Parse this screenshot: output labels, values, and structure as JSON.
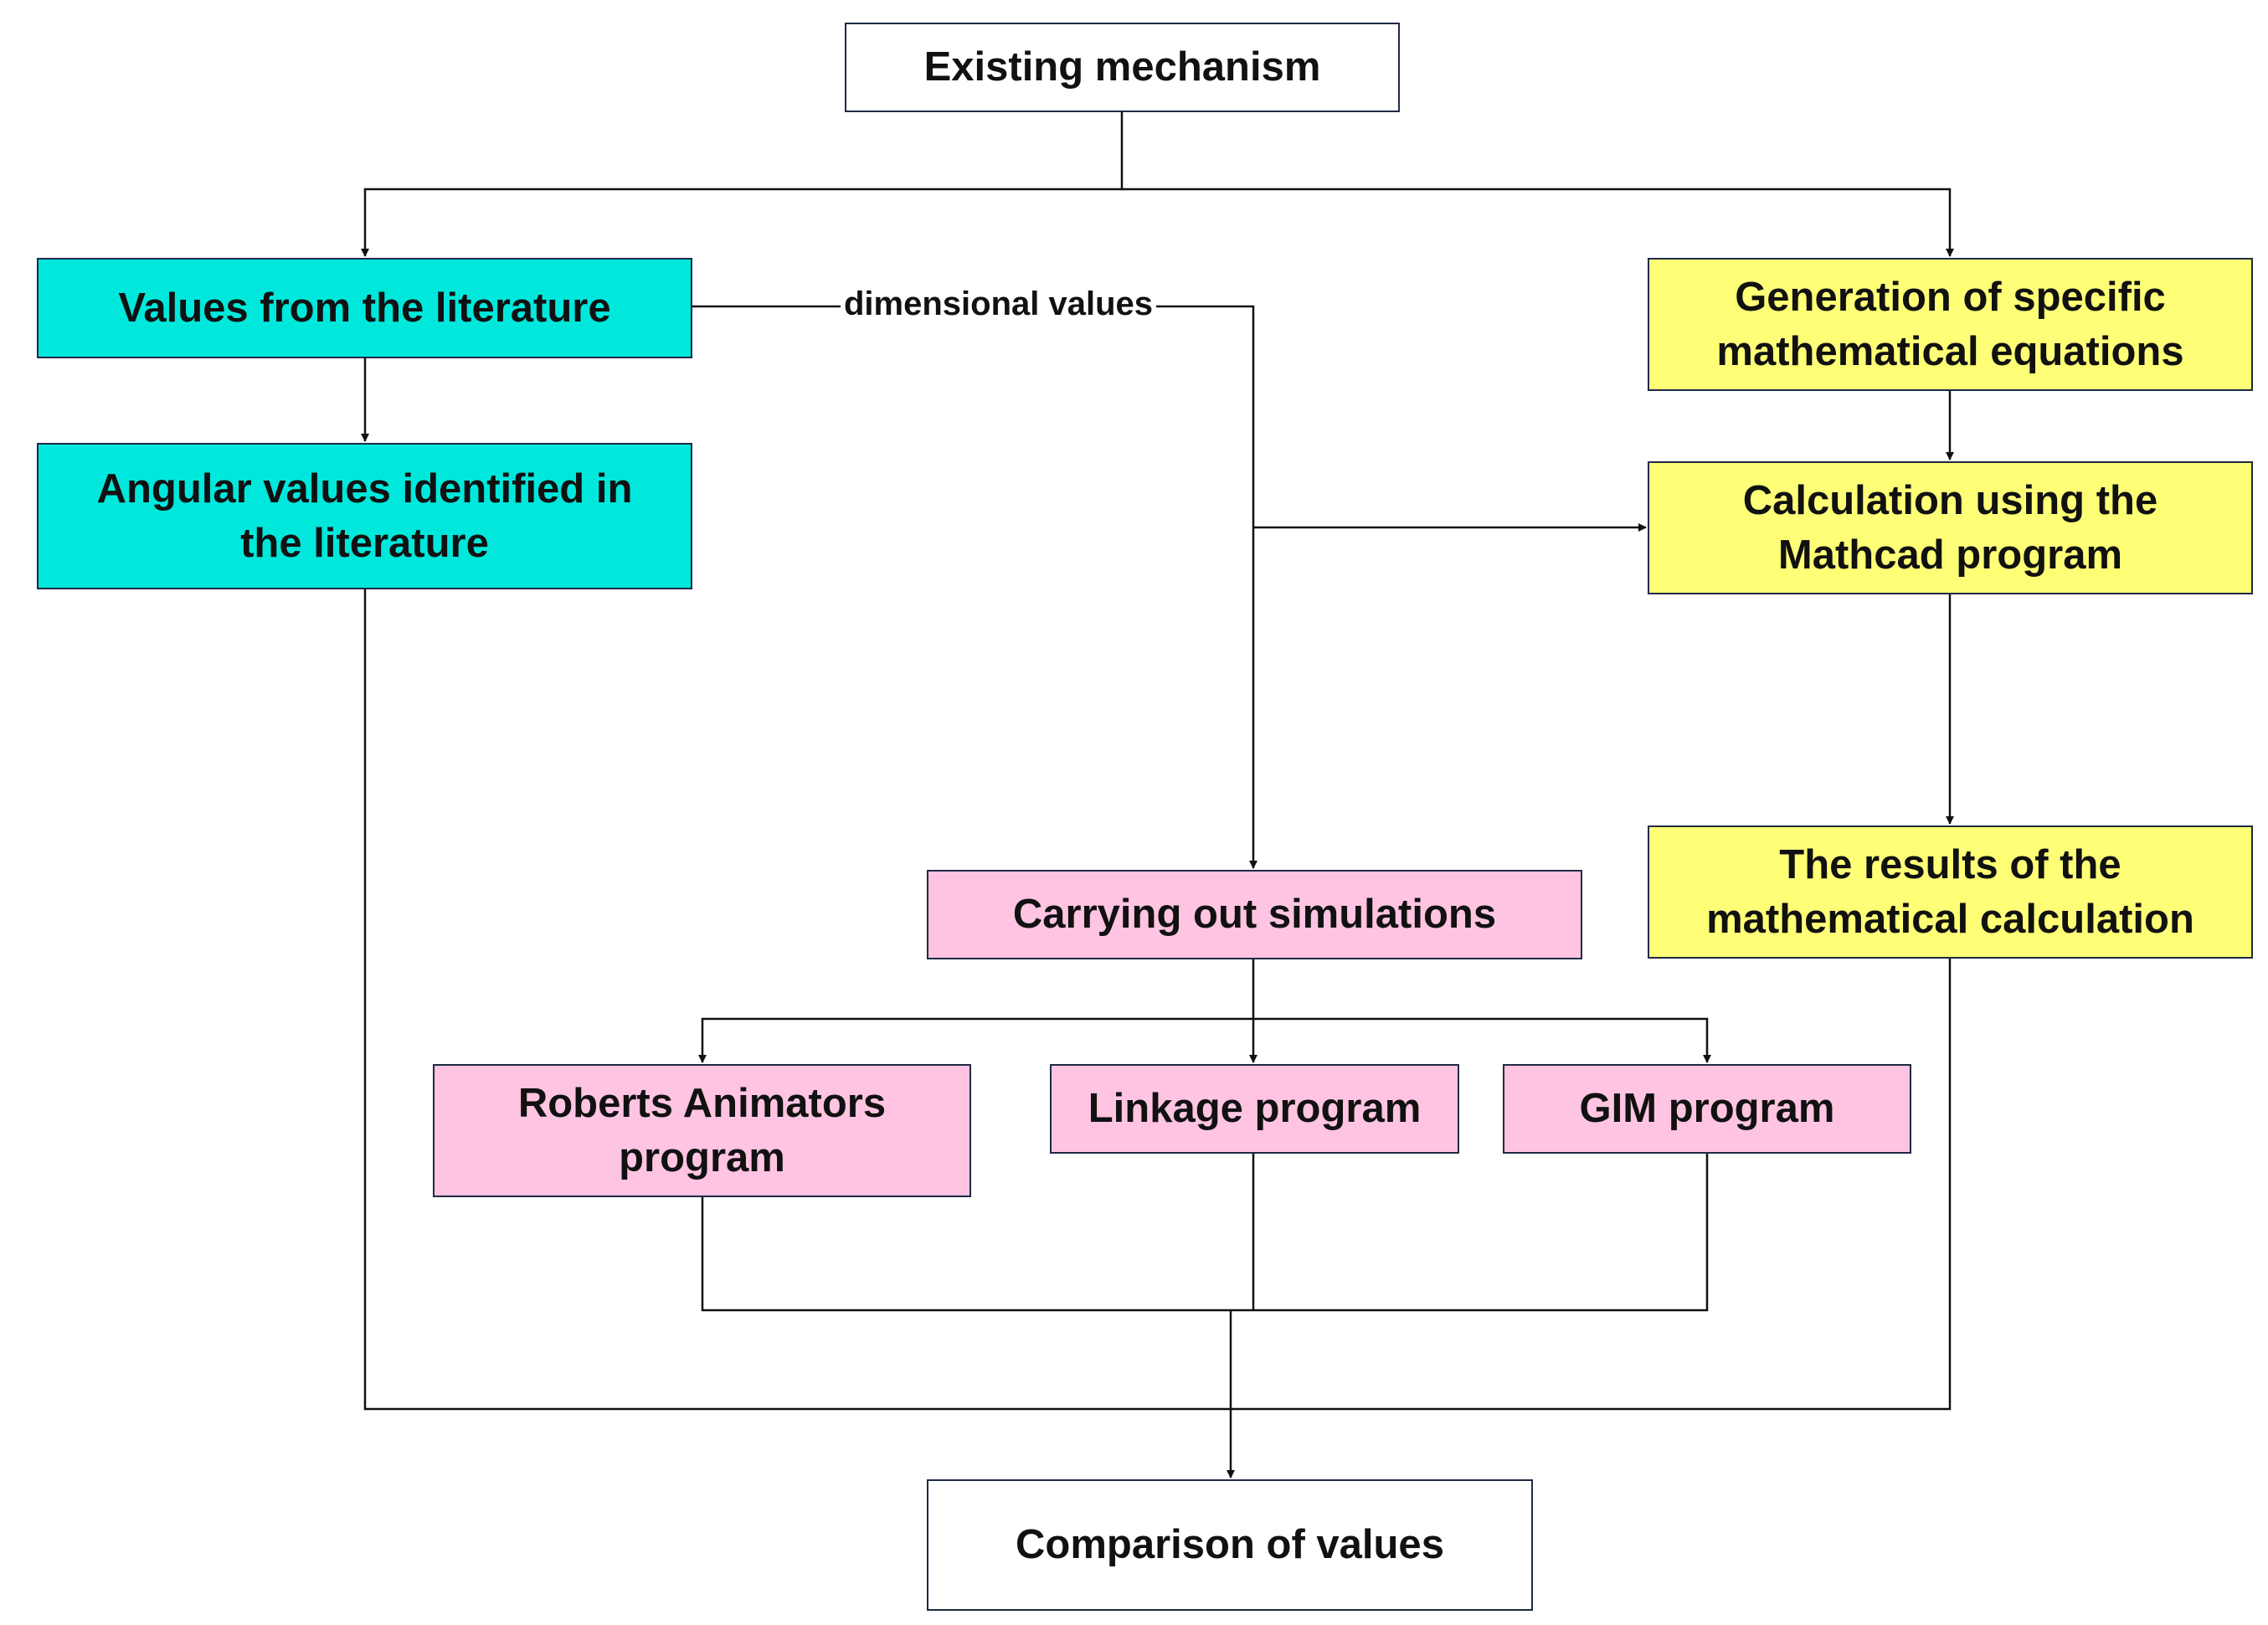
{
  "colors": {
    "cyan": "#00e8dc",
    "yellow": "#ffff77",
    "pink": "#ffc4e2",
    "white": "#ffffff",
    "border": "#1f2a44",
    "line": "#111111"
  },
  "nodes": {
    "existing": {
      "text": "Existing mechanism",
      "color": "white"
    },
    "values_literature": {
      "text": "Values from the literature",
      "color": "cyan"
    },
    "angular_values": {
      "text": "Angular values identified in\nthe literature",
      "color": "cyan"
    },
    "generation_equations": {
      "text": "Generation of specific\nmathematical equations",
      "color": "yellow"
    },
    "mathcad_calculation": {
      "text": "Calculation using the\nMathcad program",
      "color": "yellow"
    },
    "math_results": {
      "text": "The results of the\nmathematical calculation",
      "color": "yellow"
    },
    "simulations": {
      "text": "Carrying out simulations",
      "color": "pink"
    },
    "roberts_program": {
      "text": "Roberts Animators\nprogram",
      "color": "pink"
    },
    "linkage_program": {
      "text": "Linkage program",
      "color": "pink"
    },
    "gim_program": {
      "text": "GIM program",
      "color": "pink"
    },
    "comparison": {
      "text": "Comparison of values",
      "color": "white"
    }
  },
  "edge_labels": {
    "dimensional": "dimensional values"
  }
}
